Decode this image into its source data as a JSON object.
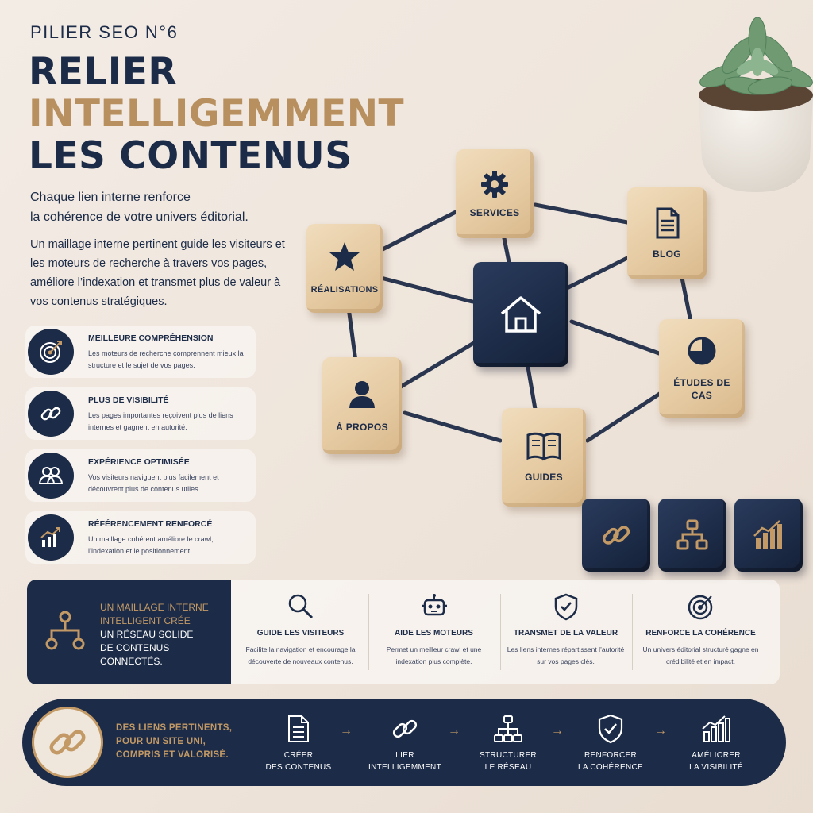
{
  "header": {
    "kicker": "PILIER SEO N°6",
    "title_line1": "RELIER",
    "title_line2": "INTELLIGEMMENT",
    "title_line3": "LES CONTENUS",
    "lead_line1": "Chaque lien interne renforce",
    "lead_line2": "la cohérence de votre univers éditorial.",
    "body": "Un maillage interne pertinent guide les visiteurs et les moteurs de recherche à travers vos pages, améliore l’indexation et transmet plus de valeur à vos contenus stratégiques."
  },
  "benefits": [
    {
      "icon": "target-icon",
      "title": "MEILLEURE COMPRÉHENSION",
      "desc": "Les moteurs de recherche comprennent mieux la structure et le sujet de vos pages."
    },
    {
      "icon": "link-icon",
      "title": "PLUS DE VISIBILITÉ",
      "desc": "Les pages importantes reçoivent plus de liens internes et gagnent en autorité."
    },
    {
      "icon": "users-icon",
      "title": "EXPÉRIENCE OPTIMISÉE",
      "desc": "Vos visiteurs naviguent plus facilement et découvrent plus de contenus utiles."
    },
    {
      "icon": "growth-chart-icon",
      "title": "RÉFÉRENCEMENT RENFORCÉ",
      "desc": "Un maillage cohérent améliore le crawl, l’indexation et le positionnement."
    }
  ],
  "network": {
    "center_icon": "home-icon",
    "nodes": [
      {
        "label": "SERVICES",
        "icon": "gear-icon"
      },
      {
        "label": "BLOG",
        "icon": "document-icon"
      },
      {
        "label": "RÉALISATIONS",
        "icon": "star-icon"
      },
      {
        "label": "ÉTUDES DE CAS",
        "icon": "pie-chart-icon"
      },
      {
        "label": "À PROPOS",
        "icon": "person-icon"
      },
      {
        "label": "GUIDES",
        "icon": "book-icon"
      }
    ],
    "dark_dice": [
      "link-icon",
      "hierarchy-icon",
      "growth-chart-icon"
    ]
  },
  "band": {
    "intro_gold1": "UN MAILLAGE INTERNE",
    "intro_gold2": "INTELLIGENT CRÉE",
    "intro_white1": "UN RÉSEAU SOLIDE",
    "intro_white2": "DE CONTENUS CONNECTÉS.",
    "features": [
      {
        "icon": "magnifier-icon",
        "title": "GUIDE LES VISITEURS",
        "desc": "Facilite la navigation et encourage la découverte de nouveaux contenus."
      },
      {
        "icon": "robot-icon",
        "title": "AIDE LES MOTEURS",
        "desc": "Permet un meilleur crawl et une indexation plus complète."
      },
      {
        "icon": "shield-check-icon",
        "title": "TRANSMET DE LA VALEUR",
        "desc": "Les liens internes répartissent l’autorité sur vos pages clés."
      },
      {
        "icon": "target-icon",
        "title": "RENFORCE LA COHÉRENCE",
        "desc": "Un univers éditorial structuré gagne en crédibilité et en impact."
      }
    ]
  },
  "bar": {
    "slogan1": "DES LIENS PERTINENTS,",
    "slogan2": "POUR UN SITE UNI,",
    "slogan3": "COMPRIS ET VALORISÉ.",
    "steps": [
      {
        "icon": "document-icon",
        "line1": "CRÉER",
        "line2": "DES CONTENUS"
      },
      {
        "icon": "link-icon",
        "line1": "LIER",
        "line2": "INTELLIGEMMENT"
      },
      {
        "icon": "hierarchy-icon",
        "line1": "STRUCTURER",
        "line2": "LE RÉSEAU"
      },
      {
        "icon": "shield-check-icon",
        "line1": "RENFORCER",
        "line2": "LA COHÉRENCE"
      },
      {
        "icon": "growth-chart-icon",
        "line1": "AMÉLIORER",
        "line2": "LA VISIBILITÉ"
      }
    ],
    "arrow": "→"
  },
  "colors": {
    "navy": "#1c2b47",
    "gold": "#b8905f",
    "background": "#f0e7de",
    "wood": "#e6cba3"
  }
}
